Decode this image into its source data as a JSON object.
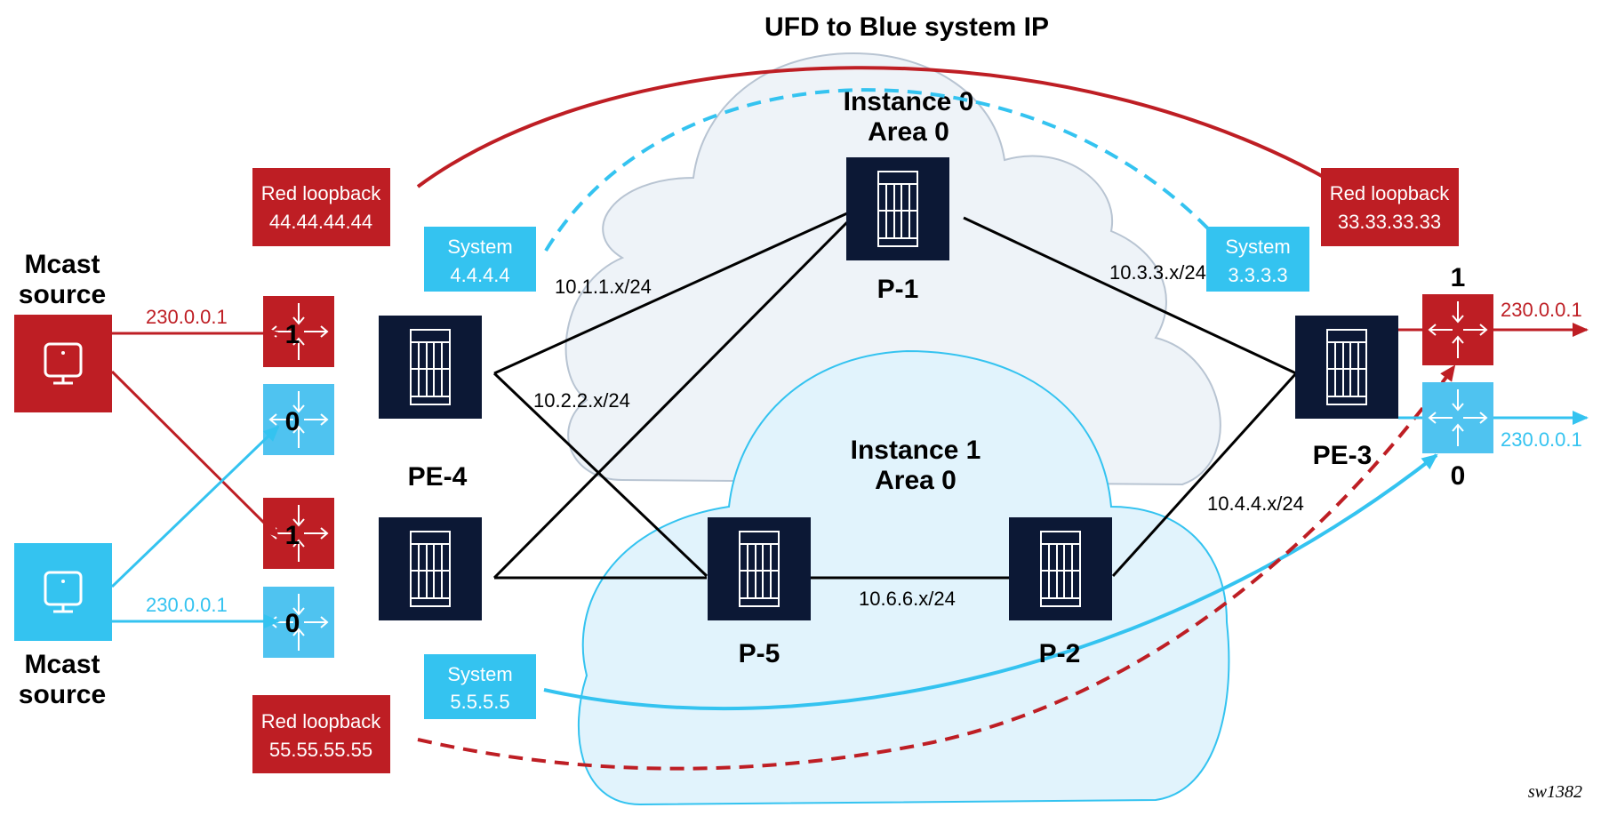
{
  "title": "UFD to Blue system IP",
  "figure_id": "sw1382",
  "colors": {
    "red": "#be1e24",
    "blue": "#34c3f0",
    "blue_light": "#4fc3f0",
    "navy": "#0c1835",
    "cloud0_fill": "#eef3f8",
    "cloud0_stroke": "#b8c4d2",
    "cloud1_fill": "#e1f3fc",
    "cloud1_stroke": "#34c3f0"
  },
  "clouds": [
    {
      "id": "instance0",
      "line1": "Instance 0",
      "line2": "Area 0"
    },
    {
      "id": "instance1",
      "line1": "Instance 1",
      "line2": "Area 0"
    }
  ],
  "routers": {
    "p1": "P-1",
    "p2": "P-2",
    "p5": "P-5",
    "pe3": "PE-3",
    "pe4": "PE-4"
  },
  "subnets": {
    "l1": "10.1.1.x/24",
    "l2": "10.2.2.x/24",
    "l3": "10.3.3.x/24",
    "l4": "10.4.4.x/24",
    "l6": "10.6.6.x/24"
  },
  "address_boxes": {
    "red44": {
      "line1": "Red loopback",
      "line2": "44.44.44.44"
    },
    "sys4": {
      "line1": "System",
      "line2": "4.4.4.4"
    },
    "red33": {
      "line1": "Red loopback",
      "line2": "33.33.33.33"
    },
    "sys3": {
      "line1": "System",
      "line2": "3.3.3.3"
    },
    "sys5": {
      "line1": "System",
      "line2": "5.5.5.5"
    },
    "red55": {
      "line1": "Red loopback",
      "line2": "55.55.55.55"
    }
  },
  "sources": {
    "red": {
      "line1": "Mcast",
      "line2": "source"
    },
    "blue": {
      "line1": "Mcast",
      "line2": "source"
    }
  },
  "groups": {
    "red_in": "230.0.0.1",
    "blue_in": "230.0.0.1",
    "red_out": "230.0.0.1",
    "blue_out": "230.0.0.1"
  },
  "instance_labels": {
    "pe4_top_red": "1",
    "pe4_top_blue": "0",
    "pe4_bot_red": "1",
    "pe4_bot_blue": "0",
    "pe3_red": "1",
    "pe3_blue": "0"
  }
}
